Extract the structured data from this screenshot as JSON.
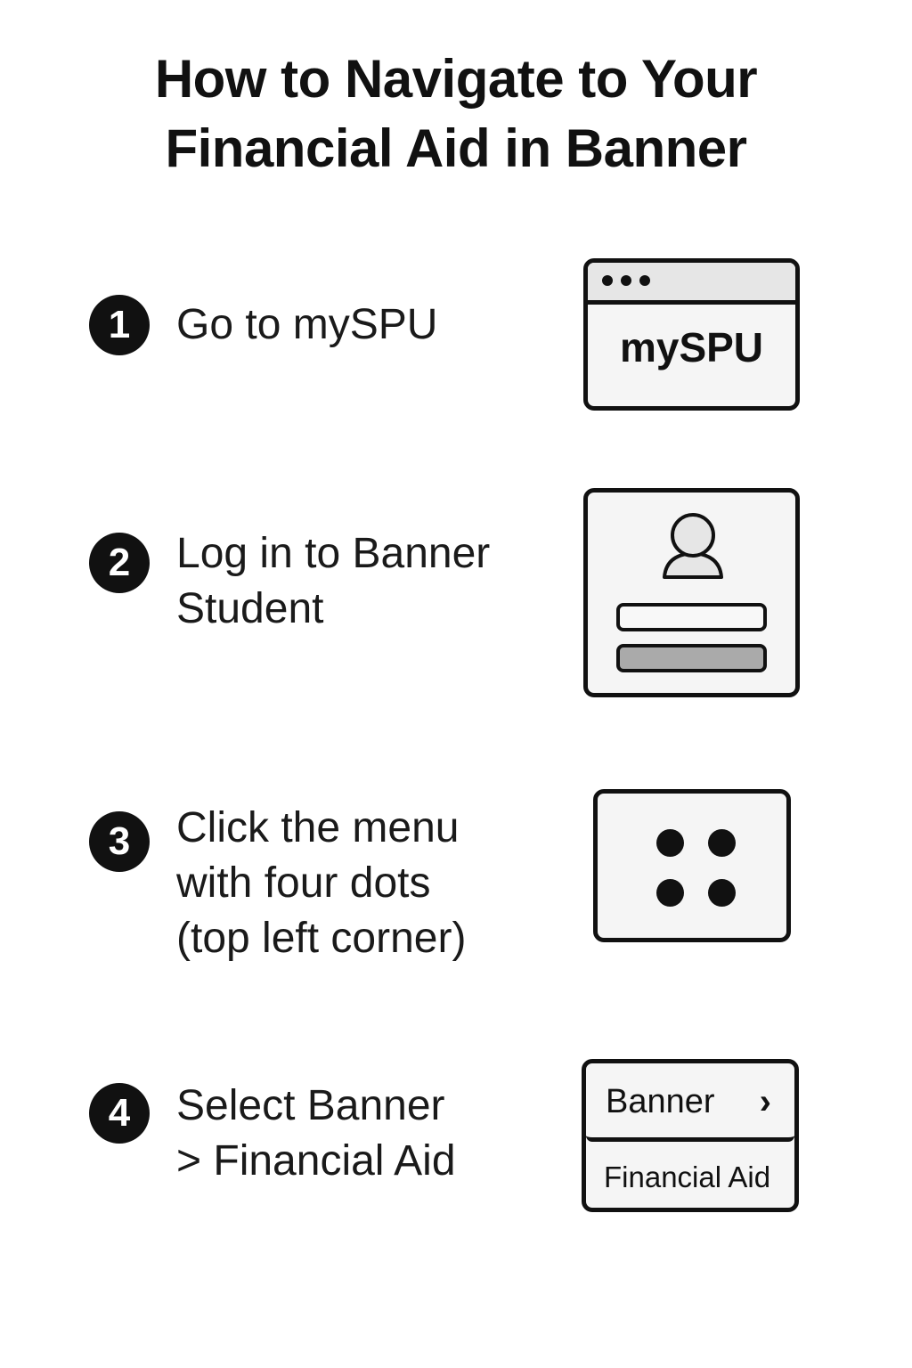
{
  "title": {
    "line1": "How to Navigate to Your",
    "line2": "Financial Aid in Banner"
  },
  "steps": [
    {
      "number": "1",
      "lines": [
        "Go to mySPU"
      ]
    },
    {
      "number": "2",
      "lines": [
        "Log in to Banner",
        "Student"
      ]
    },
    {
      "number": "3",
      "lines": [
        "Click the menu",
        "with four dots",
        "(top left corner)"
      ]
    },
    {
      "number": "4",
      "lines": [
        "Select Banner",
        "> Financial Aid"
      ]
    }
  ],
  "illustrations": {
    "browser_label": "mySPU",
    "menu_item_1": "Banner",
    "menu_item_2": "Financial Aid",
    "chevron": "›"
  }
}
